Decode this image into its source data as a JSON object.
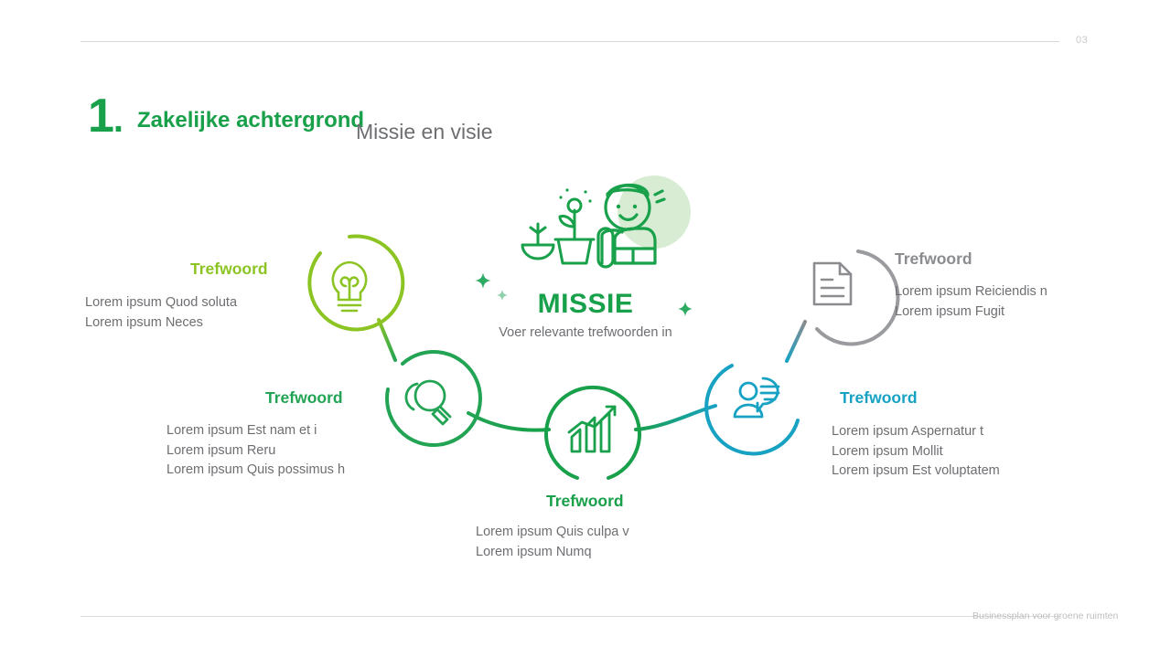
{
  "header": {
    "page_number": "03"
  },
  "footer": {
    "text": "Businessplan voor groene ruimten"
  },
  "title": {
    "number": "1",
    "dot": ".",
    "main": "Zakelijke achtergrond",
    "sub": "Missie en visie"
  },
  "center": {
    "heading": "MISSIE",
    "subheading": "Voer relevante trefwoorden in",
    "illustration_name": "person-with-plants-illustration"
  },
  "colors": {
    "lime": "#8cc423",
    "green_mid": "#23a455",
    "green": "#18a04a",
    "teal": "#17a2c4",
    "gray": "#8b8c8f",
    "body_text": "#6d6e71"
  },
  "nodes": [
    {
      "id": "node-1",
      "icon": "lightbulb-icon",
      "keyword": "Trefwoord",
      "color": "#8cc423",
      "lines": [
        "Lorem ipsum Quod soluta",
        "Lorem ipsum Neces"
      ]
    },
    {
      "id": "node-2",
      "icon": "magnifier-icon",
      "keyword": "Trefwoord",
      "color": "#23a455",
      "lines": [
        "Lorem ipsum Est nam et i",
        "Lorem ipsum Reru",
        "Lorem ipsum Quis possimus h"
      ]
    },
    {
      "id": "node-3",
      "icon": "bar-chart-growth-icon",
      "keyword": "Trefwoord",
      "color": "#18a04a",
      "lines": [
        "Lorem ipsum Quis culpa v",
        "Lorem ipsum Numq"
      ]
    },
    {
      "id": "node-4",
      "icon": "person-speech-bubble-icon",
      "keyword": "Trefwoord",
      "color": "#17a2c4",
      "lines": [
        "Lorem ipsum Aspernatur t",
        "Lorem ipsum Mollit",
        "Lorem ipsum Est voluptatem"
      ]
    },
    {
      "id": "node-5",
      "icon": "document-icon",
      "keyword": "Trefwoord",
      "color": "#8b8c8f",
      "lines": [
        "Lorem ipsum Reiciendis n",
        "Lorem ipsum Fugit"
      ]
    }
  ]
}
